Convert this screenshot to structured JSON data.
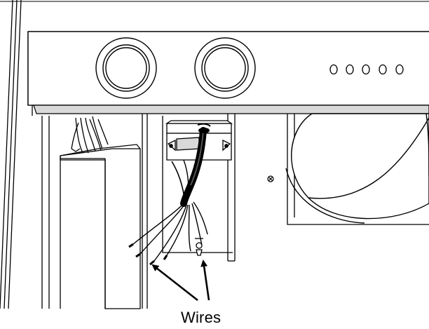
{
  "labels": {
    "wires": "Wires"
  },
  "control_panel": {
    "knob_count": 2,
    "button_count": 5
  },
  "icons": [
    "knob-left-icon",
    "knob-right-icon",
    "push-button-icon",
    "screw-icon",
    "arrow-icon"
  ],
  "colors": {
    "line": "#000000",
    "background": "#ffffff",
    "shade": "#d8d8d8",
    "shade_dark": "#9a9a9a"
  }
}
